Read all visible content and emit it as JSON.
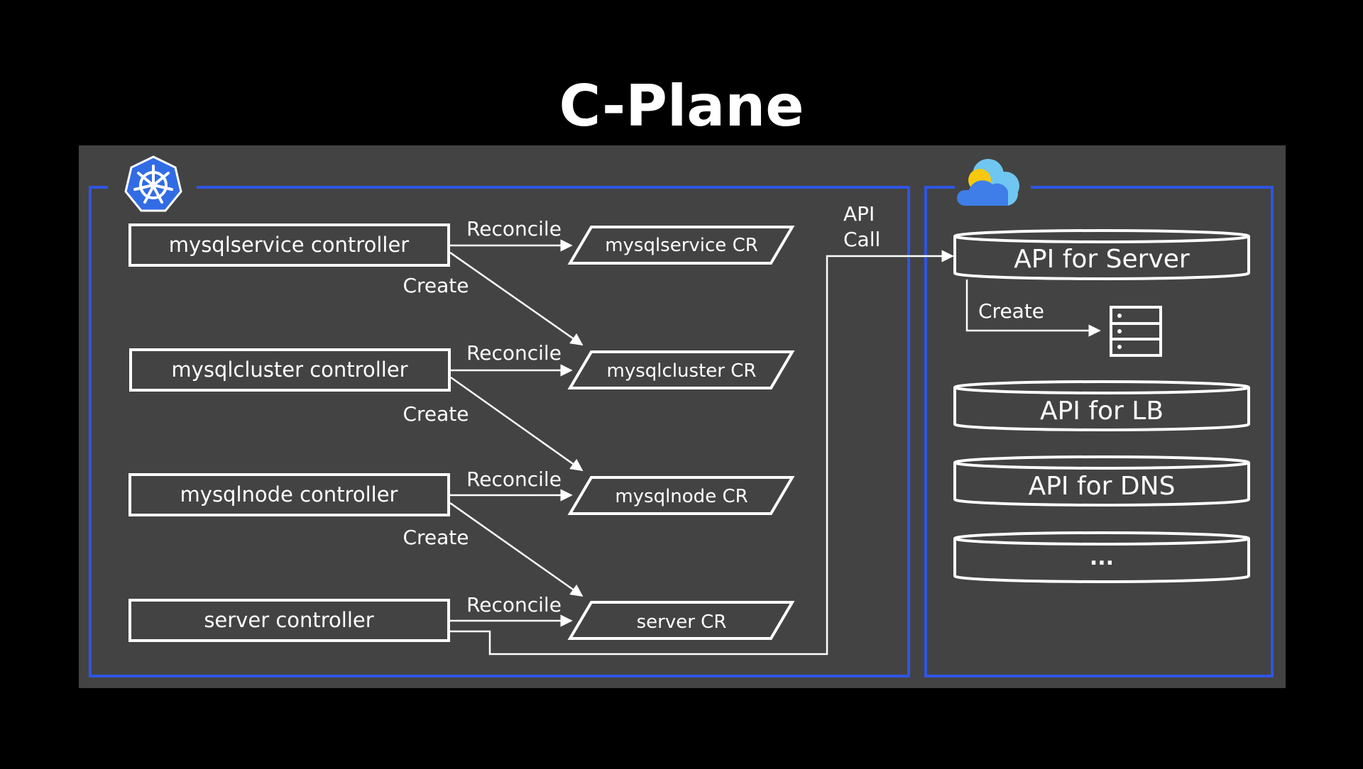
{
  "title": "C-Plane",
  "colors": {
    "background": "#000000",
    "panel": "#434343",
    "frame": "#2f55e4",
    "line": "#ffffff",
    "k8s_blue": "#326ce5",
    "cloud_blue": "#3f7ee8",
    "cloud_light": "#6fc6f0",
    "cloud_sun": "#f6c90e"
  },
  "kubernetes": {
    "icon": "kubernetes-helm-icon",
    "controllers": [
      {
        "label": "mysqlservice controller"
      },
      {
        "label": "mysqlcluster controller"
      },
      {
        "label": "mysqlnode controller"
      },
      {
        "label": "server controller"
      }
    ],
    "resources": [
      {
        "label": "mysqlservice CR"
      },
      {
        "label": "mysqlcluster CR"
      },
      {
        "label": "mysqlnode CR"
      },
      {
        "label": "server CR"
      }
    ],
    "reconcile_label": "Reconcile",
    "create_label": "Create"
  },
  "api_call": {
    "line1": "API",
    "line2": "Call"
  },
  "cloud": {
    "icon": "cloud-sun-icon",
    "apis": [
      {
        "label": "API for Server"
      },
      {
        "label": "API for LB"
      },
      {
        "label": "API for DNS"
      },
      {
        "label": "..."
      }
    ],
    "create_label": "Create",
    "server_icon": "server-rack-icon"
  }
}
